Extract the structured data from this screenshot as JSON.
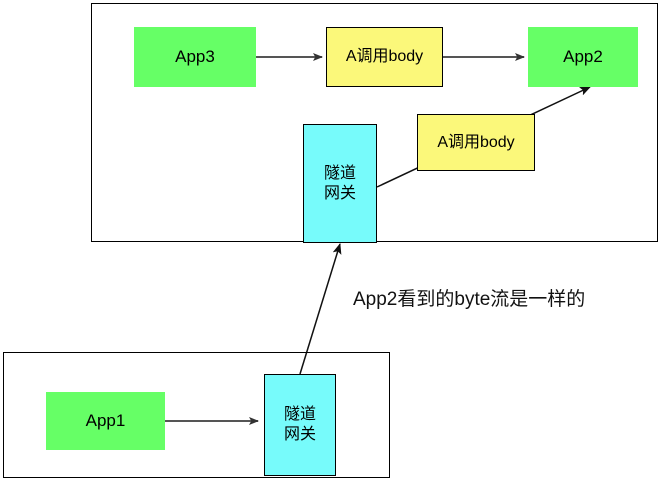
{
  "diagram": {
    "title_text": "App2看到的byte流是一样的",
    "colors": {
      "green": "#66FF66",
      "yellow": "#FBF87A",
      "cyan": "#77FBFB",
      "stroke": "#333333",
      "border": "#000000",
      "background": "#FFFFFF"
    },
    "top_group": {
      "name": "top-scenario-group",
      "nodes": {
        "app3": "App3",
        "payload_direct": "A调用body",
        "app2": "App2",
        "gateway_top": "隧道\n网关",
        "payload_tunnel": "A调用body"
      }
    },
    "bottom_group": {
      "name": "bottom-scenario-group",
      "nodes": {
        "app1": "App1",
        "gateway_bottom": "隧道\n网关"
      }
    },
    "edges": [
      {
        "id": "app3-to-payload",
        "from": "App3",
        "to": "A调用body",
        "kind": "arrow"
      },
      {
        "id": "payload-to-app2",
        "from": "A调用body",
        "to": "App2",
        "kind": "arrow"
      },
      {
        "id": "gateway-top-to-app2",
        "from": "隧道网关",
        "to": "App2",
        "kind": "arrow"
      },
      {
        "id": "gateway-bottom-to-gateway-top",
        "from": "隧道网关",
        "to": "隧道网关",
        "kind": "arrow"
      },
      {
        "id": "app1-to-gateway-bottom",
        "from": "App1",
        "to": "隧道网关",
        "kind": "arrow"
      }
    ]
  }
}
